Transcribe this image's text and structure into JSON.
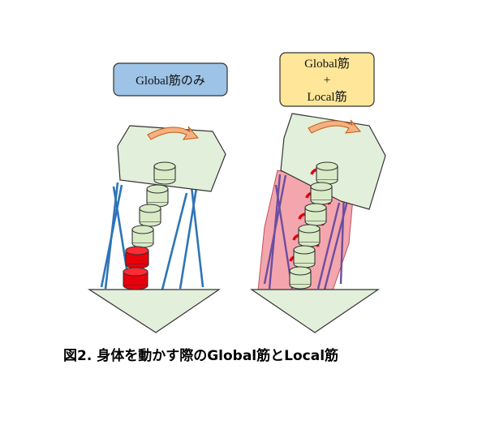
{
  "left_panel": {
    "label": "Global筋のみ",
    "label_fill": "#9DC3E6"
  },
  "right_panel": {
    "label_line1": "Global筋",
    "label_line2": "+",
    "label_line3": "Local筋",
    "label_fill": "#FFE699"
  },
  "caption": "図2. 身体を動かす際のGlobal筋とLocal筋",
  "colors": {
    "block_fill": "#E2EFDA",
    "vertebra_fill": "#D9EAC7",
    "vertebra_injured": "#E8000B",
    "global_muscle": "#2E75B6",
    "local_muscle_fill": "#F4A6AE",
    "local_ring": "#E0000B",
    "arrow": "#F4B183"
  },
  "icons": {
    "rotation_arrow": "curved-arrow-icon"
  }
}
